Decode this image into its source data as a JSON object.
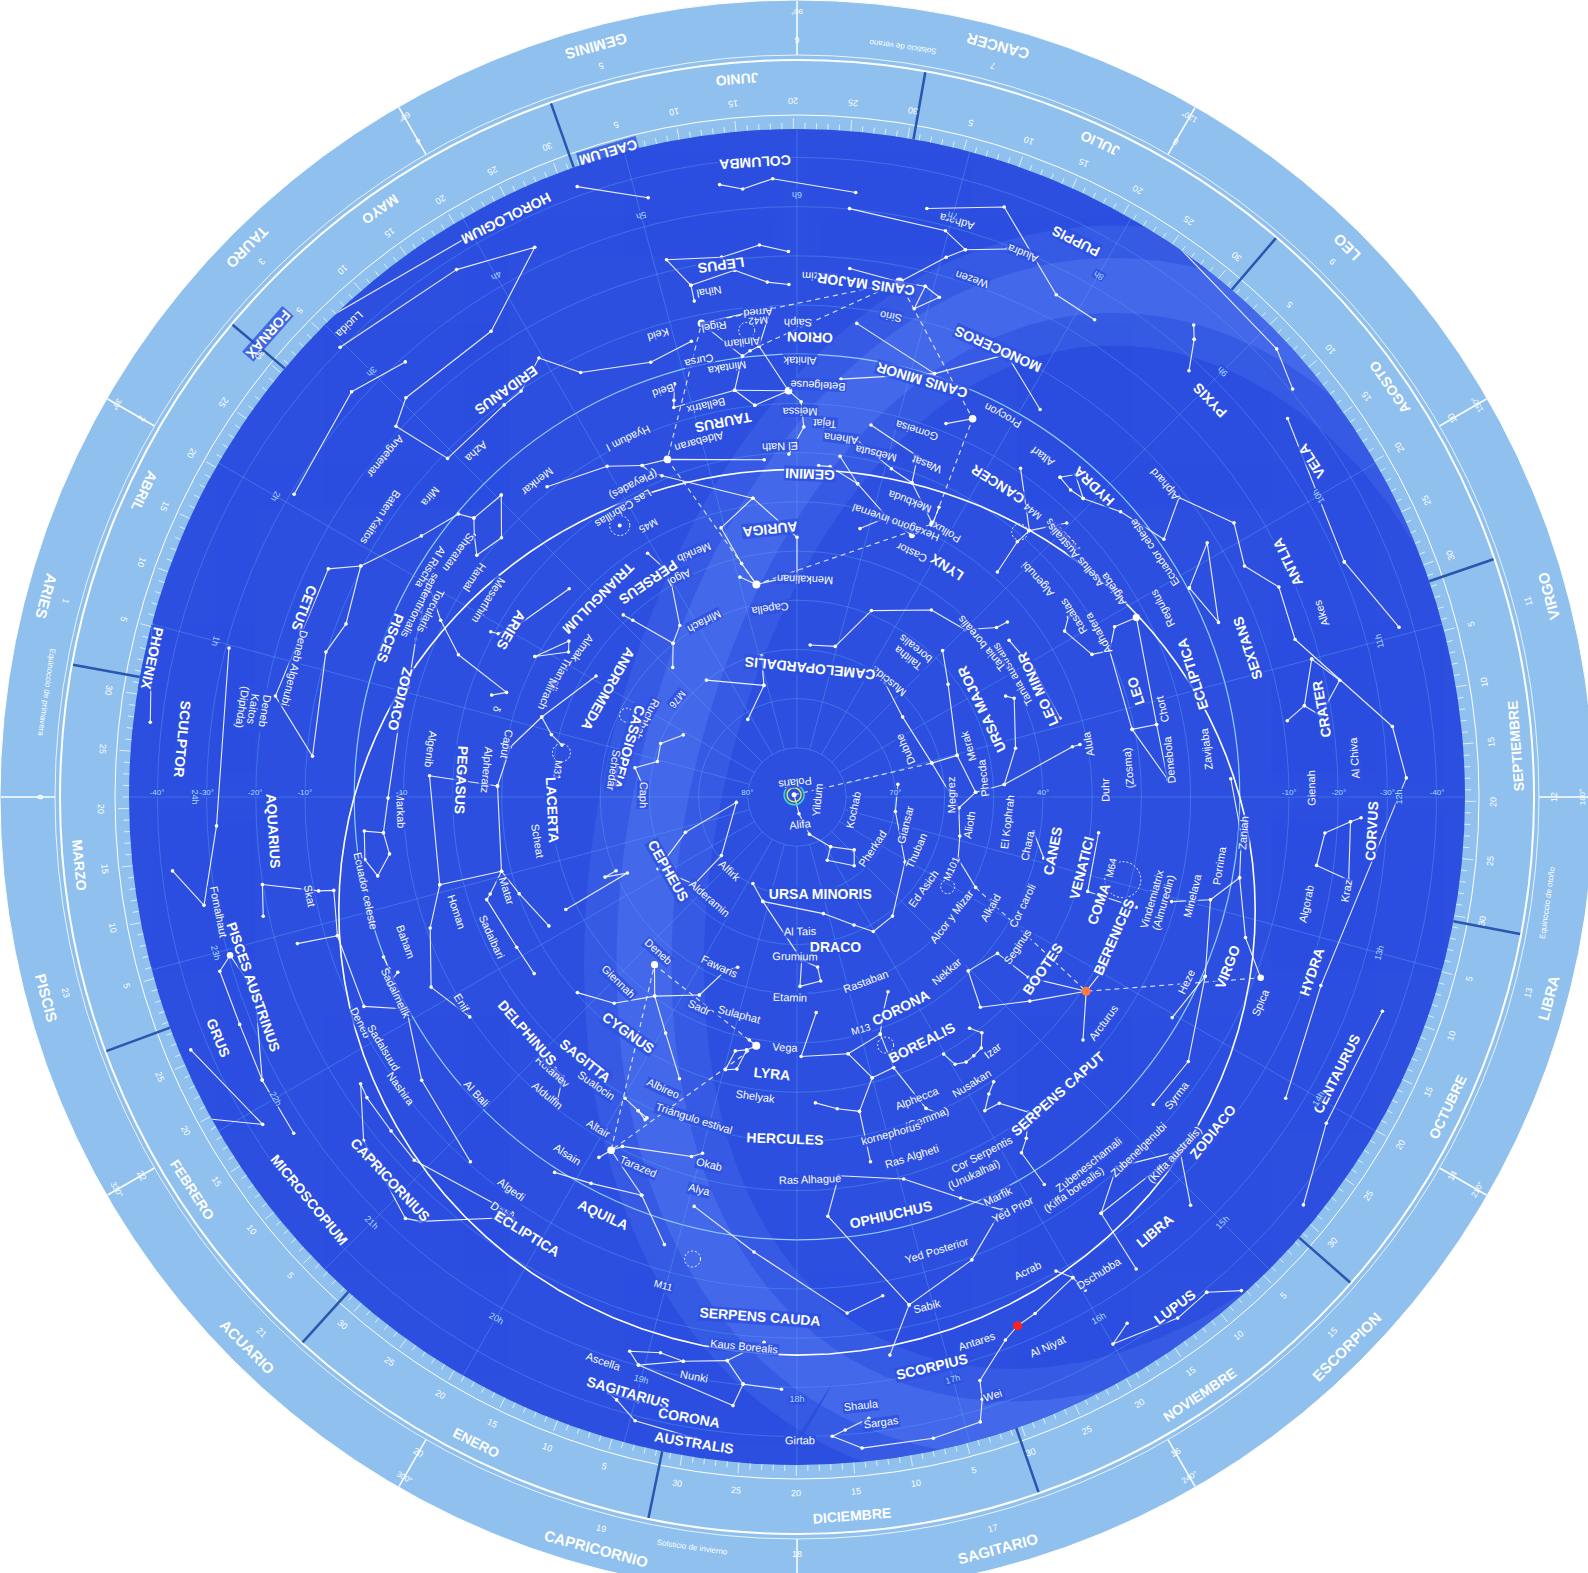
{
  "diagram": {
    "labels": [
      "COLUMBA",
      "CAELUM",
      "HOROLOGIUM",
      "LEPUS",
      "Nihal",
      "Arned",
      "Murzim",
      "CANIS MAJOR",
      "Sirio",
      "Wezen",
      "Adhara",
      "Aludra",
      "PUPPIS",
      "M42",
      "Saiph",
      "Rigel",
      "Keid",
      "Alnilam",
      "ORION",
      "Alnitak",
      "Cursa",
      "Mintaka",
      "Beid",
      "MONOCEROS",
      "Bellatrix",
      "Betelgeuse",
      "Meissa",
      "CANIS MINOR",
      "Procyon",
      "TAURUS",
      "Aldebaran",
      "Hyadum I",
      "Gomeisa",
      "Tejat",
      "Alhena",
      "Mebsuta",
      "Wasat",
      "El Nath",
      "Altarf",
      "HYDRA",
      "Alphard",
      "GEMINI",
      "CANCER",
      "(Pleyades)",
      "Las Cabrillas",
      "M45",
      "AURIGA",
      "Hexágono invernal",
      "Mekbuda",
      "Castor",
      "Pollux",
      "M44",
      "Acubens",
      "Asellus Australis",
      "Algenubi",
      "Menkib",
      "PERSEUS",
      "Algol",
      "Menkalinan",
      "Capella",
      "LYNX",
      "Rasalas",
      "Algieba",
      "Adhafera",
      "Regulus",
      "ECLIPTICA",
      "Ecuador celeste",
      "SEXTANS",
      "ANTLIA",
      "VELA",
      "PYXIS",
      "Alkes",
      "LEO",
      "LEO MINOR",
      "Tania australis",
      "Tania borealis",
      "Talitha borealis",
      "Muscida",
      "CAMELOPARDALIS",
      "Mirfach",
      "TRIANGULUM",
      "Triangli",
      "Almak",
      "ARIES",
      "Hamal",
      "Sheratan",
      "Mesarthim",
      "Mirach",
      "ANDROMEDA",
      "M76",
      "Ruchbah",
      "CASSIOPEIA",
      "Schedar",
      "M31",
      "Caph",
      "δ",
      "Caput",
      "Alpheratz",
      "LACERTA",
      "PEGASUS",
      "Algenib",
      "Scheat",
      "Markab",
      "Matar",
      "Homan",
      "Sadalbari",
      "Baham",
      "Enif",
      "Sadalmelik",
      "Deneb",
      "Sadalsuud",
      "Nashira",
      "Al Bali",
      "ZODIACO",
      "PISCES",
      "Torcularis septentrionalis",
      "Al Rischa",
      "Mira",
      "Baten Kaitos",
      "Menkar",
      "Azha",
      "Angetenar",
      "ERIDANUS",
      "Lucida",
      "FORNAX",
      "CETUS",
      "Deneb Algenubi",
      "Deneb Kaitos (Diphda)",
      "PHOENIX",
      "SCULPTOR",
      "Ecuador celeste",
      "AQUARIUS",
      "Skat",
      "Fomalhaut",
      "PISCES AUSTRINUS",
      "GRUS",
      "MICROSCOPIUM",
      "CAPRICORNIUS",
      "Algedi",
      "Dabih",
      "ECLIPTICA",
      "Polaris",
      "Yildum",
      "Alifa",
      "Kochab",
      "Pherkad",
      "URSA MINORIS",
      "Giansar",
      "Thuban",
      "Dubhe",
      "Merak",
      "URSA MAJOR",
      "Megrez",
      "Phecda",
      "Alioth",
      "El Kophrah",
      "Chara",
      "CANES",
      "VENATICI",
      "M64",
      "Alula",
      "Duhr",
      "(Zosma)",
      "Chort",
      "Denebola",
      "Zavijaba",
      "Ed Asich",
      "M101",
      "Alkaid",
      "Alcor y Mizar",
      "Cor caroli",
      "COMA",
      "BERENICES",
      "Seginus",
      "BOOTES",
      "Nekkar",
      "Arcturus",
      "Vindemiatrix (Almuredin)",
      "Minelava",
      "Porrima",
      "Zaniah",
      "VIRGO",
      "Heze",
      "Spica",
      "CRATER",
      "Al Chiva",
      "Gienah",
      "CORVUS",
      "Algorab",
      "Kraz",
      "HYDRA",
      "CENTAURUS",
      "ZODIACO",
      "Zubenelgenubi",
      "Syrma",
      "(Kiffa australis)",
      "Zubeneschamali",
      "Yed Prior",
      "(Kiffa borealis)",
      "SERPENS CAPUT",
      "Izar",
      "Nusakan",
      "CORONA",
      "BOREALIS",
      "M13",
      "Alphecca",
      "(Gemma)",
      "Cor Serpentis",
      "(Unukalhai)",
      "Marfik",
      "Ras Algheti",
      "kornephorus",
      "HERCULES",
      "Ras Alhague",
      "OPHIUCHUS",
      "Yed Posterior",
      "LIBRA",
      "Dschubba",
      "Acrab",
      "Sabik",
      "Antares",
      "Al Niyat",
      "LUPUS",
      "SCORPIUS",
      "Wei",
      "Shaula",
      "Sargas",
      "Girtab",
      "SERPENS CAUDA",
      "M11",
      "Kaus Borealis",
      "Ascella",
      "Nunki",
      "SAGITARIUS",
      "CORONA",
      "AUSTRALIS",
      "AQUILA",
      "Alya",
      "Okab",
      "Tarazed",
      "Alsain",
      "Altair",
      "Aldulfin",
      "Rotanev",
      "Sualocin",
      "SAGITTA",
      "DELPHINUS",
      "Triángulo estival",
      "Albireo",
      "Shelyak",
      "LYRA",
      "Vega",
      "Sulaphat",
      "CYGNUS",
      "Sadr",
      "Giennah",
      "Deneb",
      "Fawaris",
      "Etamin",
      "Rastaban",
      "DRACO",
      "Grumium",
      "Al Tais",
      "Alderamin",
      "Alfirk",
      "CEPHEUS",
      "-40°",
      "-30°",
      "-20°",
      "-10°",
      "10",
      "80°",
      "-40°",
      "-30°",
      "-20°",
      "-10°",
      "40°",
      "70°",
      "ENERO",
      "FEBRERO",
      "MARZO",
      "ABRIL",
      "MAYO",
      "JUNIO",
      "JULIO",
      "AGOSTO",
      "SEPTIEMBRE",
      "OCTUBRE",
      "NOVIEMBRE",
      "DICIEMBRE",
      "5",
      "10",
      "15",
      "20",
      "25",
      "30",
      "5",
      "10",
      "15",
      "20",
      "25",
      "5",
      "10",
      "15",
      "20",
      "25",
      "30",
      "5",
      "10",
      "15",
      "20",
      "25",
      "30",
      "5",
      "10",
      "15",
      "20",
      "25",
      "30",
      "5",
      "10",
      "15",
      "20",
      "25",
      "30",
      "5",
      "10",
      "15",
      "20",
      "25",
      "30",
      "5",
      "10",
      "15",
      "20",
      "25",
      "30",
      "5",
      "10",
      "15",
      "20",
      "25",
      "30",
      "5",
      "10",
      "15",
      "20",
      "25",
      "30",
      "5",
      "10",
      "15",
      "20",
      "25",
      "30",
      "5",
      "10",
      "15",
      "20",
      "25",
      "30",
      "ARIES",
      "TAURO",
      "GEMINIS",
      "CANCER",
      "LEO",
      "VIRGO",
      "LIBRA",
      "ESCORPION",
      "SAGITARIO",
      "CAPRICORNIO",
      "ACUARIO",
      "PISCIS",
      "0",
      "1",
      "2",
      "3",
      "4",
      "5",
      "6",
      "7",
      "8",
      "9",
      "10",
      "11",
      "12",
      "13",
      "14",
      "15",
      "16",
      "17",
      "18",
      "19",
      "20",
      "21",
      "22",
      "23",
      "30°",
      "60°",
      "90°",
      "120°",
      "150°",
      "180°",
      "210°",
      "240°",
      "270°",
      "300°",
      "330°",
      "Equinoccio de primavera",
      "Solsticio de verano",
      "Equinoccio de otoño",
      "Solsticio de invierno",
      "1h",
      "2h",
      "3h",
      "4h",
      "5h",
      "6h",
      "7h",
      "8h",
      "9h",
      "10h",
      "11h",
      "12h",
      "13h",
      "14h",
      "15h",
      "16h",
      "17h",
      "18h",
      "19h",
      "20h",
      "21h",
      "22h",
      "23h",
      "24h"
    ]
  }
}
